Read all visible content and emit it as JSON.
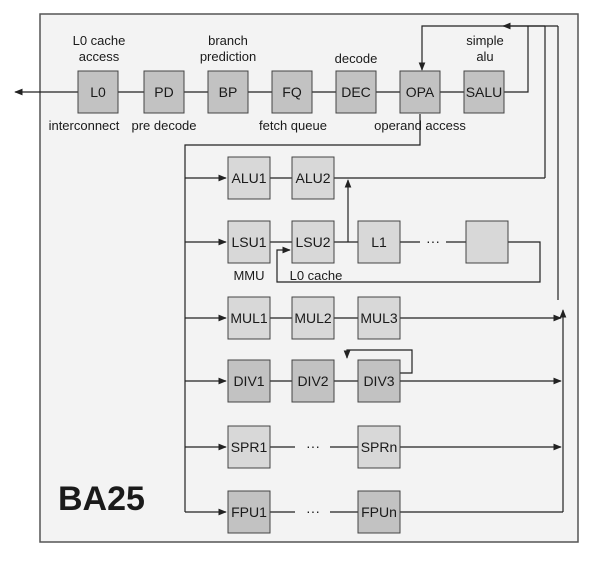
{
  "title": "BA25",
  "colors": {
    "frame_fill": "#f3f3f3",
    "frame_stroke": "#555555",
    "box_light": "#d8d8d8",
    "box_dark": "#c2c2c2",
    "line": "#222222"
  },
  "pipeline": {
    "stages": [
      {
        "id": "L0",
        "label": "L0",
        "top": "L0 cache",
        "top2": "access",
        "bottom": "interconnect"
      },
      {
        "id": "PD",
        "label": "PD",
        "top": "",
        "top2": "",
        "bottom": "pre decode"
      },
      {
        "id": "BP",
        "label": "BP",
        "top": "branch",
        "top2": "prediction",
        "bottom": ""
      },
      {
        "id": "FQ",
        "label": "FQ",
        "top": "",
        "top2": "",
        "bottom": "fetch queue"
      },
      {
        "id": "DEC",
        "label": "DEC",
        "top": "",
        "top2": "decode",
        "bottom": ""
      },
      {
        "id": "OPA",
        "label": "OPA",
        "top": "",
        "top2": "",
        "bottom": "operand access"
      },
      {
        "id": "SALU",
        "label": "SALU",
        "top": "simple",
        "top2": "alu",
        "bottom": ""
      }
    ]
  },
  "units": {
    "alu": [
      "ALU1",
      "ALU2"
    ],
    "lsu": [
      "LSU1",
      "LSU2",
      "L1"
    ],
    "lsu_ellipsis": "···",
    "lsu_labels": {
      "mmu": "MMU",
      "l0cache": "L0 cache"
    },
    "mul": [
      "MUL1",
      "MUL2",
      "MUL3"
    ],
    "div": [
      "DIV1",
      "DIV2",
      "DIV3"
    ],
    "spr": [
      "SPR1",
      "SPRn"
    ],
    "spr_ellipsis": "···",
    "fpu": [
      "FPU1",
      "FPUn"
    ],
    "fpu_ellipsis": "···"
  }
}
